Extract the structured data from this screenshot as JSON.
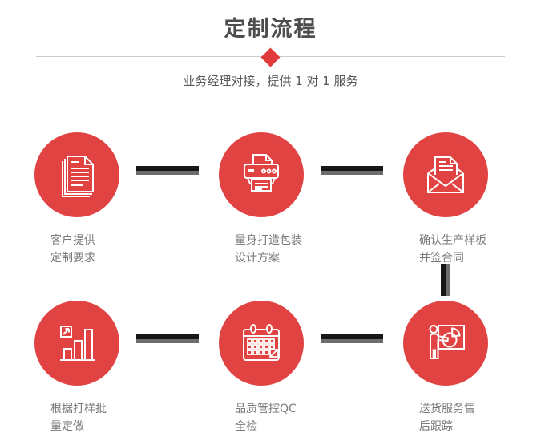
{
  "header": {
    "title": "定制流程",
    "subtitle": "业务经理对接，提供 1 对 1 服务"
  },
  "colors": {
    "accent_red": "#e14343",
    "diamond_red": "#e03a3a",
    "title_gray": "#4f4c4d",
    "subtitle_gray": "#595757",
    "label_gray": "#7a7a7a",
    "divider_gray": "#cccccc",
    "connector_dark": "#161616",
    "connector_gray": "#6e6e6e",
    "icon_white": "#ffffff"
  },
  "steps": [
    {
      "icon": "documents-icon",
      "label_line1": "客户提供",
      "label_line2": "定制要求"
    },
    {
      "icon": "printer-icon",
      "label_line1": "量身打造包装",
      "label_line2": "设计方案"
    },
    {
      "icon": "envelope-icon",
      "label_line1": "确认生产样板",
      "label_line2": "并签合同"
    },
    {
      "icon": "bar-chart-icon",
      "label_line1": "根据打样批",
      "label_line2": "量定做"
    },
    {
      "icon": "calendar-icon",
      "label_line1": "品质管控QC",
      "label_line2": "全检"
    },
    {
      "icon": "presentation-icon",
      "label_line1": "送货服务售",
      "label_line2": "后跟踪"
    }
  ]
}
